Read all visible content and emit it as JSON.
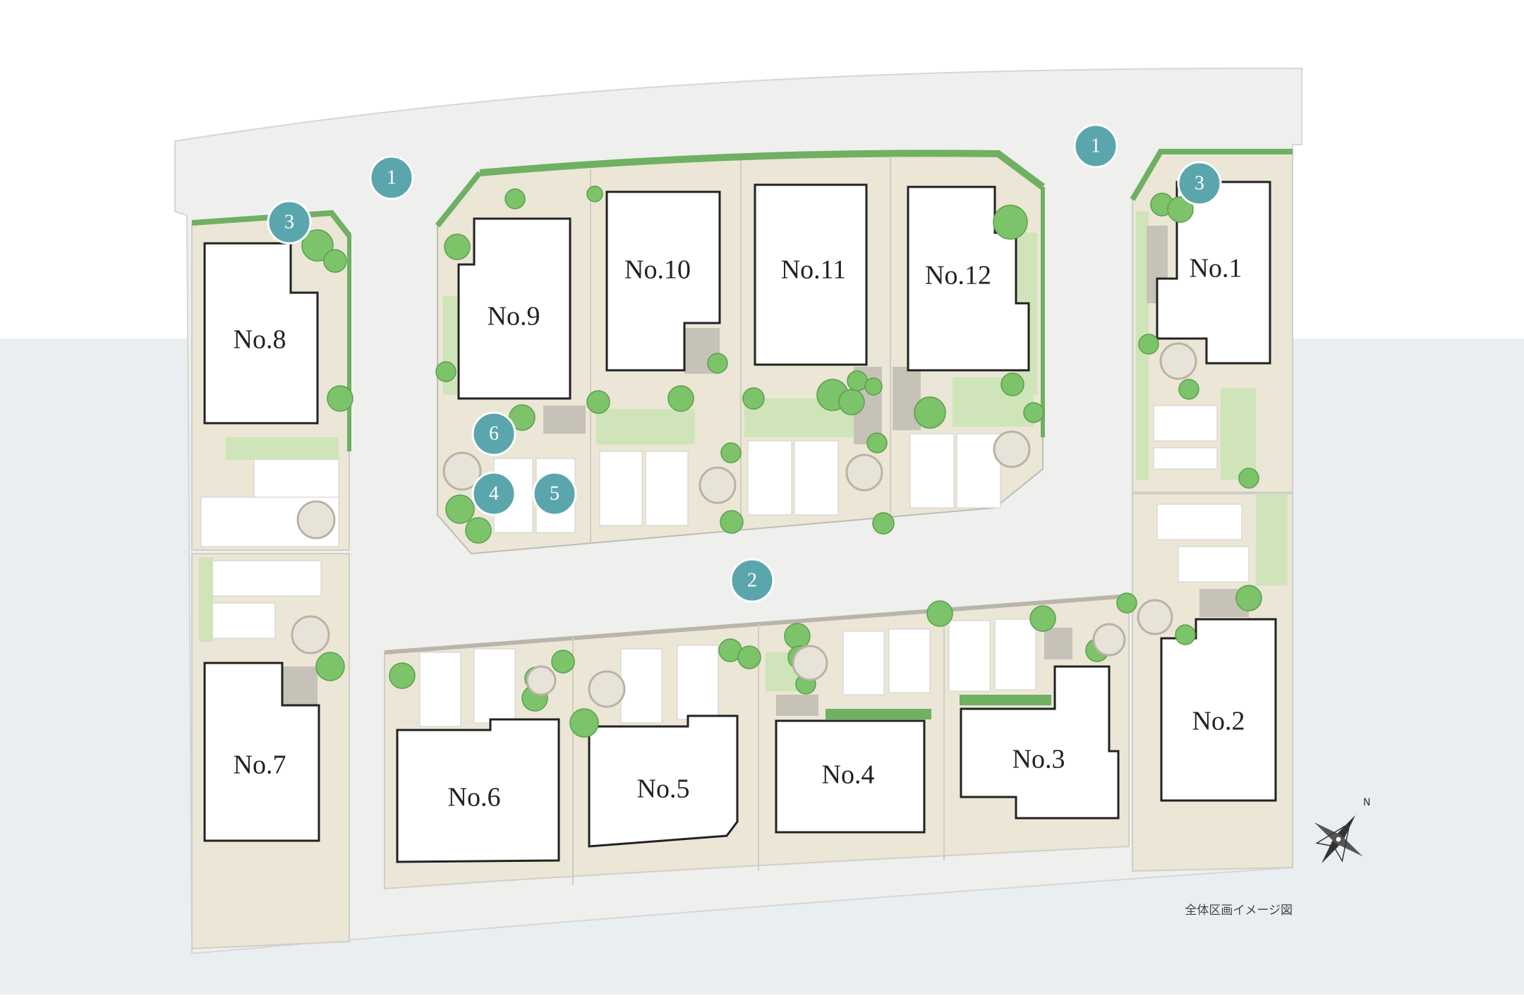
{
  "lots": [
    {
      "id": "No.1",
      "label": "No.1"
    },
    {
      "id": "No.2",
      "label": "No.2"
    },
    {
      "id": "No.3",
      "label": "No.3"
    },
    {
      "id": "No.4",
      "label": "No.4"
    },
    {
      "id": "No.5",
      "label": "No.5"
    },
    {
      "id": "No.6",
      "label": "No.6"
    },
    {
      "id": "No.7",
      "label": "No.7"
    },
    {
      "id": "No.8",
      "label": "No.8"
    },
    {
      "id": "No.9",
      "label": "No.9"
    },
    {
      "id": "No.10",
      "label": "No.10"
    },
    {
      "id": "No.11",
      "label": "No.11"
    },
    {
      "id": "No.12",
      "label": "No.12"
    }
  ],
  "markers": [
    "1",
    "1",
    "2",
    "3",
    "3",
    "4",
    "5",
    "6"
  ],
  "compass": {
    "north_label": "N"
  },
  "caption": "全体区画イメージ図",
  "colors": {
    "background": "#ffffff",
    "lower_band": "#e9eff0",
    "road": "#efefee",
    "lot_ground": "#ebe6d6",
    "lawn": "#cfe4b9",
    "hedge": "#6fb062",
    "tree": "#7cc36a",
    "house_fill": "#ffffff",
    "house_stroke": "#222222",
    "marker": "#5ba6ad",
    "parking": "#ffffff",
    "paving": "#c7c2b8"
  }
}
